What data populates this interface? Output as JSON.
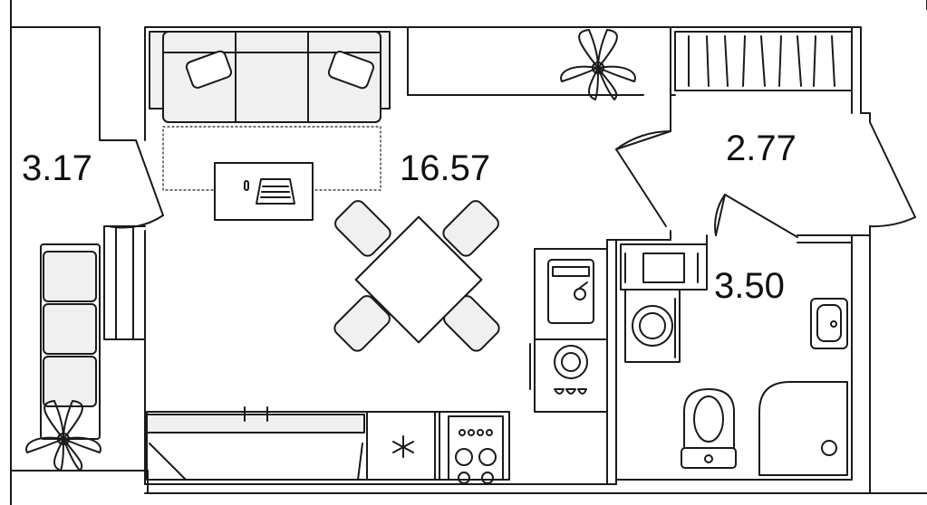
{
  "plan": {
    "rooms": [
      {
        "id": "balcony",
        "area": "3.17"
      },
      {
        "id": "living",
        "area": "16.57"
      },
      {
        "id": "hall",
        "area": "2.77"
      },
      {
        "id": "bathroom",
        "area": "3.50"
      }
    ],
    "colors": {
      "wall": "#111111",
      "fill_light": "#f0f0f0",
      "line": "#1a1a1a",
      "background": "#ffffff"
    }
  }
}
